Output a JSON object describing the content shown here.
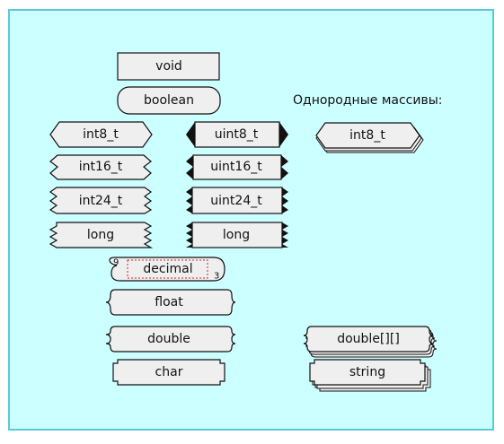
{
  "title": "Однородные массивы:",
  "types": {
    "void": "void",
    "boolean": "boolean",
    "int8": "int8_t",
    "int16": "int16_t",
    "int24": "int24_t",
    "long": "long",
    "uint8": "uint8_t",
    "uint16": "uint16_t",
    "uint24": "uint24_t",
    "ulong": "long",
    "decimal": "decimal",
    "decimal_left_digit": "9",
    "decimal_right_digit": "3",
    "float": "float",
    "double": "double",
    "char": "char"
  },
  "arrays": {
    "int8": "int8_t",
    "double": "double[][]",
    "string": "string"
  },
  "colors": {
    "background": "#ccffff",
    "border": "#5bc8d6",
    "shape_fill": "#efefef",
    "decimal_dash": "#dd2222"
  }
}
